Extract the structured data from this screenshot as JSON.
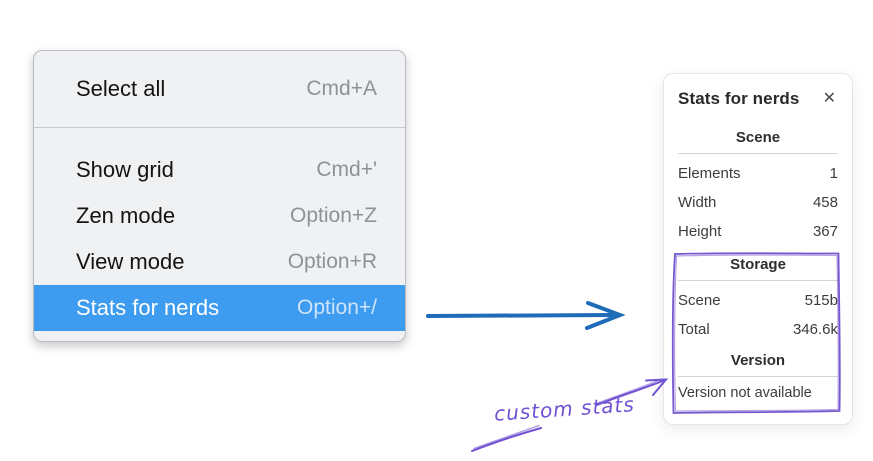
{
  "colors": {
    "highlight_blue": "#3d9bf0",
    "highlight_shortcut": "#cde4fb",
    "arrow_blue": "#1e6cb8",
    "annotation_purple": "#6f51d2",
    "menu_bg": "#f0f1f3",
    "panel_bg": "#ffffff"
  },
  "menu": {
    "items": [
      {
        "label": "Select all",
        "shortcut": "Cmd+A"
      },
      {
        "label": "Show grid",
        "shortcut": "Cmd+'"
      },
      {
        "label": "Zen mode",
        "shortcut": "Option+Z"
      },
      {
        "label": "View mode",
        "shortcut": "Option+R"
      },
      {
        "label": "Stats for nerds",
        "shortcut": "Option+/"
      }
    ]
  },
  "panel": {
    "title": "Stats for nerds",
    "close_icon": "✕",
    "scene": {
      "heading": "Scene",
      "rows": [
        {
          "label": "Elements",
          "value": "1"
        },
        {
          "label": "Width",
          "value": "458"
        },
        {
          "label": "Height",
          "value": "367"
        }
      ]
    },
    "storage": {
      "heading": "Storage",
      "rows": [
        {
          "label": "Scene",
          "value": "515b"
        },
        {
          "label": "Total",
          "value": "346.6k"
        }
      ]
    },
    "version": {
      "heading": "Version",
      "note": "Version not available"
    }
  },
  "annotation": {
    "label": "custom stats"
  }
}
